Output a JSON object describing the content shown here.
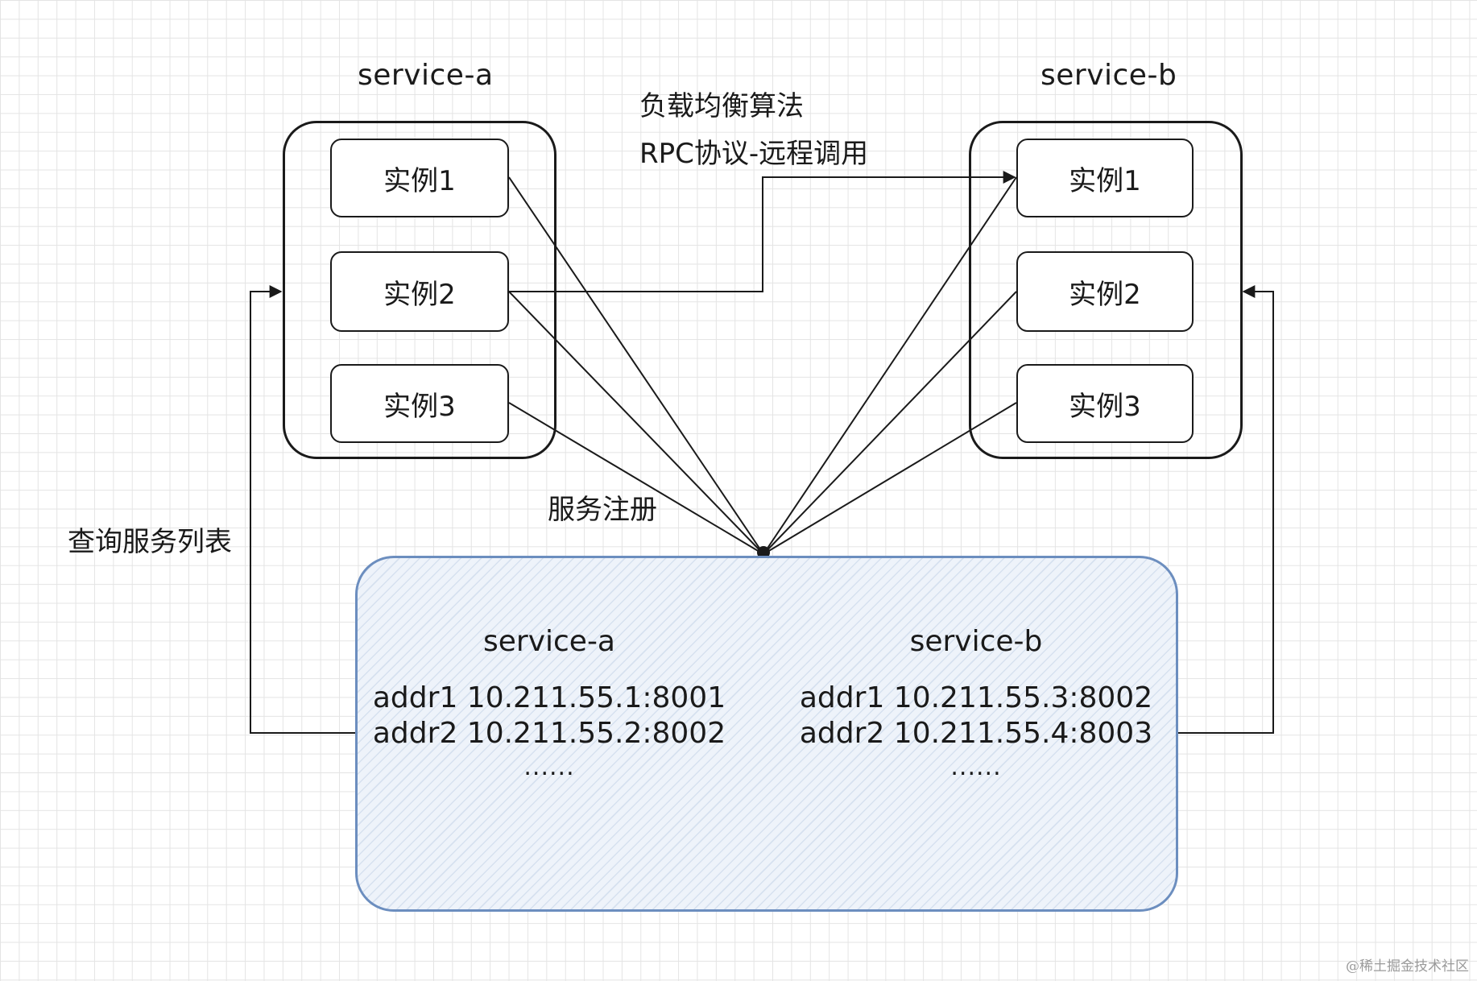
{
  "labels": {
    "load_balance": "负载均衡算法",
    "rpc": "RPC协议-远程调用",
    "service_register": "服务注册",
    "query_service_list": "查询服务列表"
  },
  "service_a": {
    "title": "service-a",
    "instances": [
      "实例1",
      "实例2",
      "实例3"
    ]
  },
  "service_b": {
    "title": "service-b",
    "instances": [
      "实例1",
      "实例2",
      "实例3"
    ]
  },
  "registry": {
    "service_a": {
      "title": "service-a",
      "addrs": [
        "addr1 10.211.55.1:8001",
        "addr2 10.211.55.2:8002"
      ],
      "more": "......"
    },
    "service_b": {
      "title": "service-b",
      "addrs": [
        "addr1 10.211.55.3:8002",
        "addr2 10.211.55.4:8003"
      ],
      "more": "......"
    }
  },
  "watermark": "@稀土掘金技术社区",
  "colors": {
    "stroke": "#1a1a1a",
    "registry_border": "#6c8ebf",
    "registry_fill": "#eef3fa",
    "grid": "#e4e4e4"
  }
}
